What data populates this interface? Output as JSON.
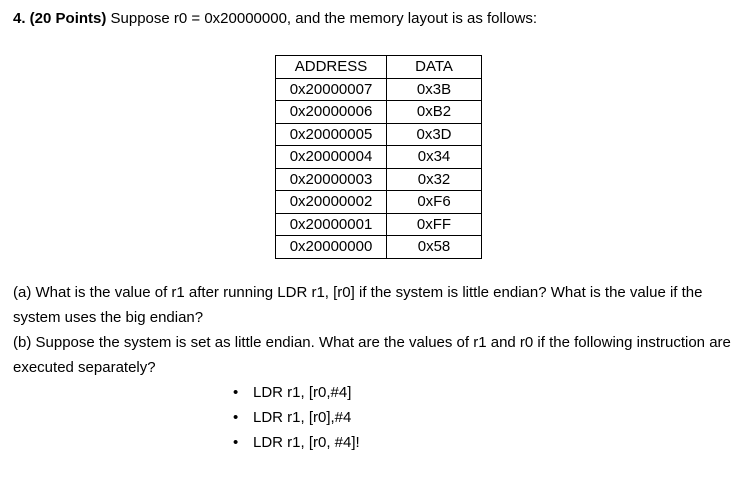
{
  "document": {
    "title_bold": "4. (20 Points)",
    "title_rest": " Suppose r0 = 0x20000000, and the memory layout is as follows:",
    "memory_table": {
      "headers": [
        "ADDRESS",
        "DATA"
      ],
      "rows": [
        {
          "address": "0x20000007",
          "data": "0x3B"
        },
        {
          "address": "0x20000006",
          "data": "0xB2"
        },
        {
          "address": "0x20000005",
          "data": "0x3D"
        },
        {
          "address": "0x20000004",
          "data": "0x34"
        },
        {
          "address": "0x20000003",
          "data": "0x32"
        },
        {
          "address": "0x20000002",
          "data": "0xF6"
        },
        {
          "address": "0x20000001",
          "data": "0xFF"
        },
        {
          "address": "0x20000000",
          "data": "0x58"
        }
      ]
    },
    "question_a": "(a) What is the value of r1 after running LDR r1, [r0] if the system is little endian? What is the value if the system uses the big endian?",
    "question_b": "(b) Suppose the system is set as little endian. What are the values of r1 and r0 if the following instruction are executed separately?",
    "bullet_icon": "•",
    "instructions": [
      "LDR r1, [r0,#4]",
      "LDR r1, [r0],#4",
      "LDR r1, [r0, #4]!"
    ],
    "text_color": "#000000",
    "background_color": "#ffffff"
  }
}
